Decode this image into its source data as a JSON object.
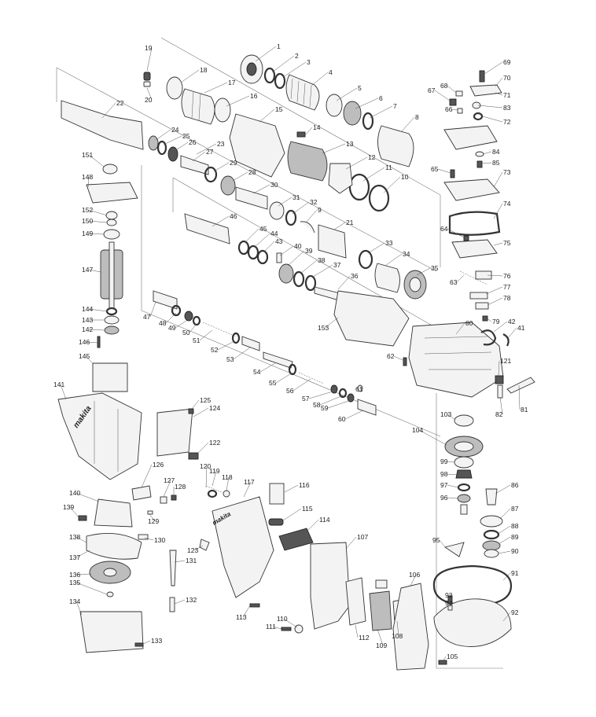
{
  "labels": [
    "1",
    "2",
    "3",
    "4",
    "5",
    "6",
    "7",
    "8",
    "9",
    "10",
    "11",
    "12",
    "13",
    "14",
    "15",
    "16",
    "17",
    "18",
    "19",
    "20",
    "21",
    "22",
    "23",
    "24",
    "25",
    "26",
    "27",
    "28",
    "29",
    "30",
    "31",
    "32",
    "33",
    "34",
    "35",
    "36",
    "37",
    "38",
    "39",
    "40",
    "41",
    "42",
    "43",
    "44",
    "45",
    "46",
    "47",
    "48",
    "49",
    "50",
    "51",
    "52",
    "53",
    "54",
    "55",
    "56",
    "57",
    "58",
    "59",
    "60",
    "61",
    "62",
    "63",
    "64",
    "65",
    "66",
    "67",
    "68",
    "69",
    "70",
    "71",
    "72",
    "73",
    "74",
    "75",
    "76",
    "77",
    "78",
    "79",
    "80",
    "81",
    "82",
    "83",
    "84",
    "85",
    "86",
    "87",
    "88",
    "89",
    "90",
    "91",
    "92",
    "93",
    "94",
    "95",
    "96",
    "97",
    "98",
    "99",
    "103",
    "104",
    "105",
    "106",
    "107",
    "108",
    "109",
    "110",
    "111",
    "112",
    "113",
    "114",
    "115",
    "116",
    "117",
    "118",
    "119",
    "120",
    "121",
    "122",
    "123",
    "124",
    "125",
    "126",
    "127",
    "128",
    "129",
    "130",
    "131",
    "132",
    "133",
    "134",
    "135",
    "136",
    "137",
    "138",
    "139",
    "140",
    "141",
    "142",
    "143",
    "144",
    "145",
    "146",
    "147",
    "148",
    "149",
    "150",
    "151",
    "152",
    "153"
  ],
  "logo_text": "makita",
  "colors": {
    "line": "#333333",
    "leader": "#555555",
    "background": "#ffffff",
    "dark_part": "#555555"
  }
}
